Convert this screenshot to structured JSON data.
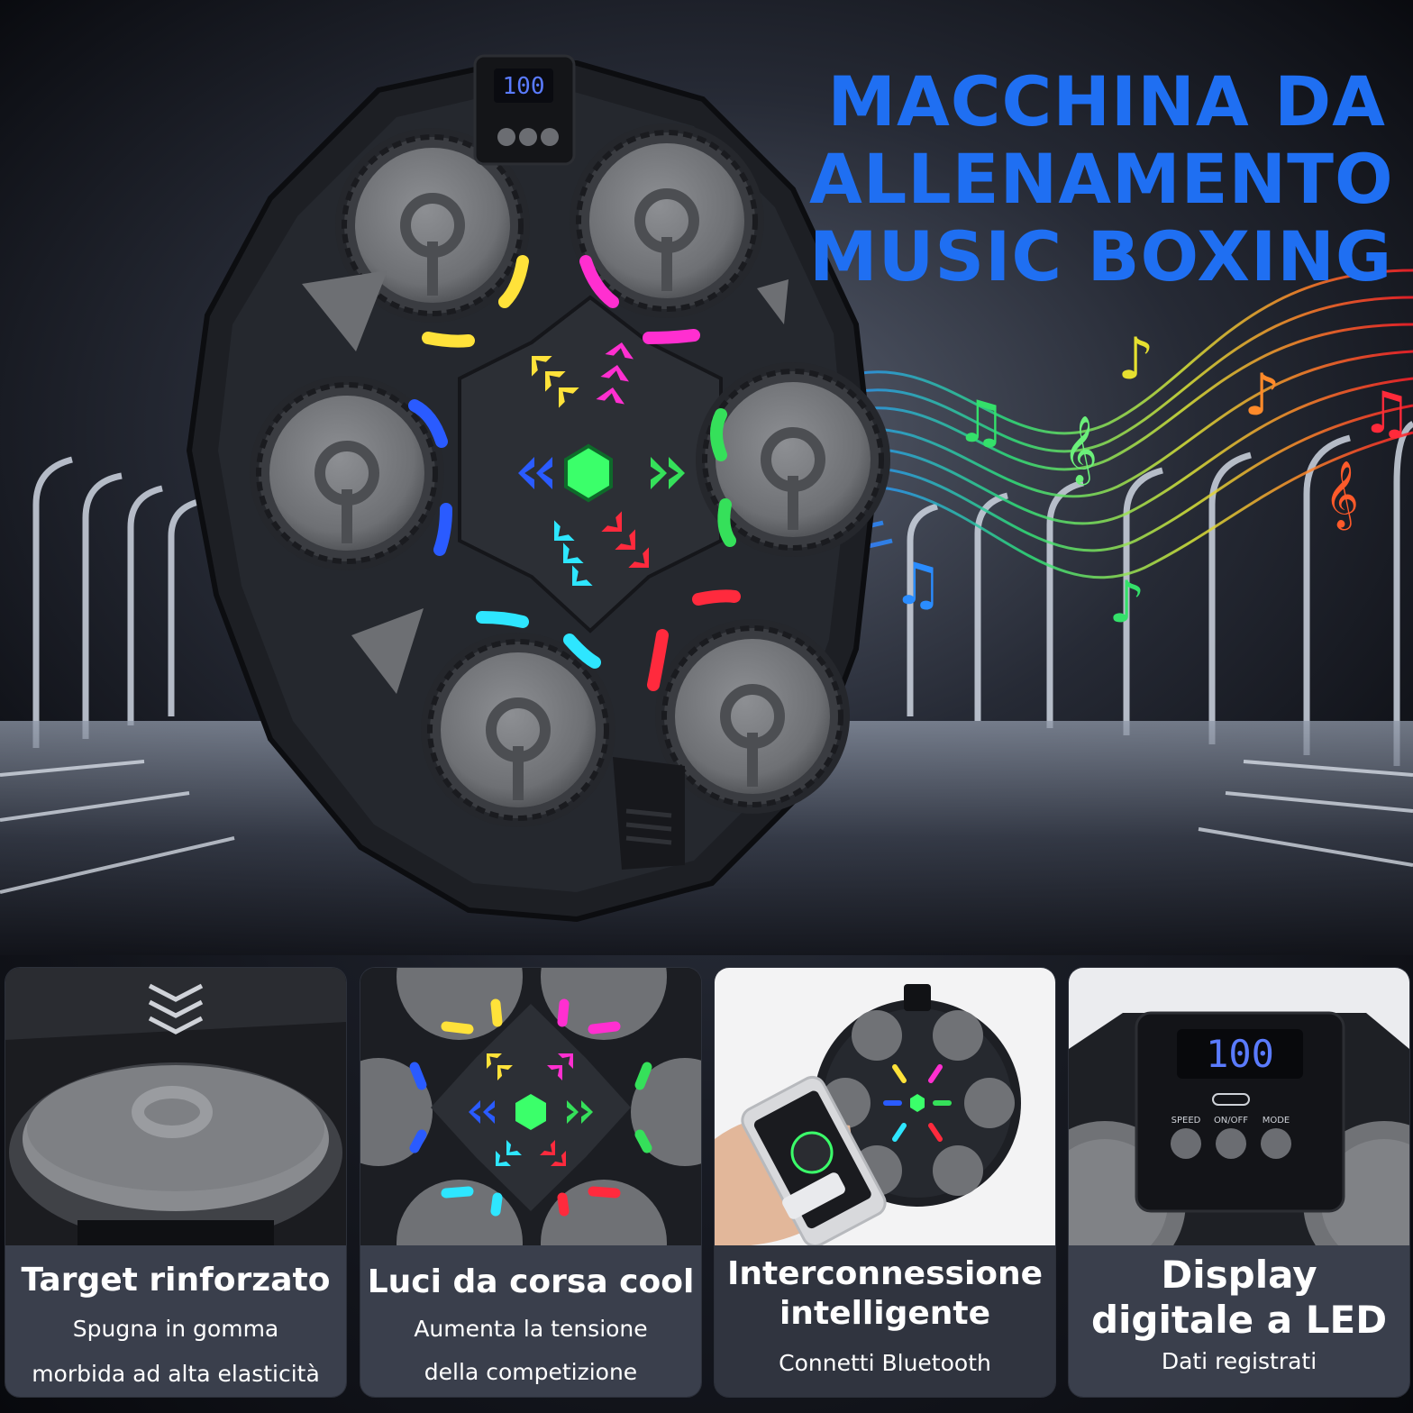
{
  "headline": {
    "line1": "MACCHINA DA",
    "line2": "ALLENAMENTO",
    "line3": "MUSIC BOXING"
  },
  "device": {
    "display_value": "100"
  },
  "features": [
    {
      "title": "Target rinforzato",
      "sub1": "Spugna in gomma",
      "sub2": "morbida ad alta elasticità"
    },
    {
      "title": "Luci da corsa cool",
      "sub1": "Aumenta la tensione",
      "sub2": "della competizione"
    },
    {
      "title1": "Interconnessione",
      "title2": "intelligente",
      "sub1": "Connetti Bluetooth"
    },
    {
      "title1": "Display",
      "title2": "digitale a LED",
      "sub1": "Dati registrati"
    }
  ],
  "detail_display": {
    "value": "100",
    "speed_label": "SPEED",
    "onoff_label": "ON/OFF",
    "mode_label": "MODE"
  },
  "colors": {
    "headline_blue": "#1f6ff2",
    "led_yellow": "#ffe23a",
    "led_magenta": "#ff2fd0",
    "led_blue": "#2a5bff",
    "led_green": "#35e05a",
    "led_cyan": "#2ee6ff",
    "led_red": "#ff2a3d",
    "display_blue": "#5a7bff"
  }
}
